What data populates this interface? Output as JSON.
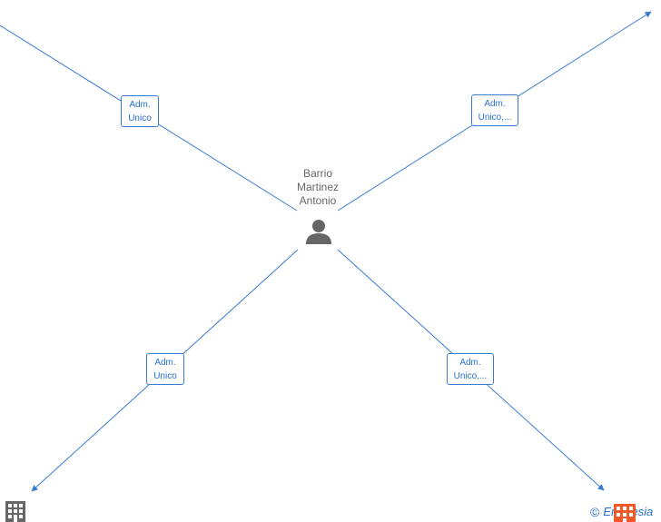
{
  "center_node": {
    "name_lines": [
      "Barrio",
      "Martinez",
      "Antonio"
    ],
    "icon": "person-icon"
  },
  "edges": [
    {
      "id": "top-left",
      "label_lines": [
        "Adm.",
        "Unico"
      ]
    },
    {
      "id": "top-right",
      "label_lines": [
        "Adm.",
        "Unico,..."
      ]
    },
    {
      "id": "bottom-left",
      "label_lines": [
        "Adm.",
        "Unico"
      ]
    },
    {
      "id": "bottom-right",
      "label_lines": [
        "Adm.",
        "Unico,..."
      ]
    }
  ],
  "footer": {
    "copyright_symbol": "©",
    "brand": "Empresia",
    "company_icon": "building-grid-icon",
    "brand_icon": "empresia-building-icon"
  },
  "colors": {
    "edge": "#3a7bd5",
    "label_text": "#2a6fcf",
    "person": "#666666",
    "brand_orange": "#f05a28"
  }
}
